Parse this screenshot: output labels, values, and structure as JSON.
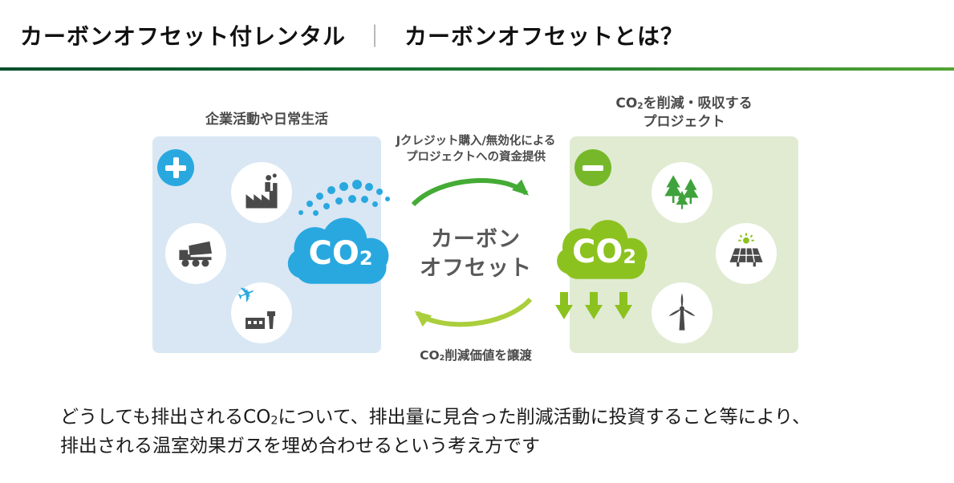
{
  "header": {
    "title_left": "カーボンオフセット付レンタル",
    "separator": "｜",
    "title_right": "カーボンオフセットとは？"
  },
  "diagram": {
    "left": {
      "label": "企業活動や日常生活",
      "cloud": {
        "text": "CO",
        "sub": "2"
      }
    },
    "center": {
      "top_label_line1": "Jクレジット購入/無効化による",
      "top_label_line2": "プロジェクトへの資金提供",
      "title_line1": "カーボン",
      "title_line2": "オフセット",
      "bottom_label_prefix": "CO",
      "bottom_label_sub": "2",
      "bottom_label_rest": "削減価値を譲渡"
    },
    "right": {
      "label_line1_prefix": "CO",
      "label_line1_sub": "2",
      "label_line1_rest": "を削減・吸収する",
      "label_line2": "プロジェクト",
      "cloud": {
        "text": "CO",
        "sub": "2"
      }
    }
  },
  "footer": {
    "line1_prefix": "どうしても排出されるCO",
    "line1_sub": "2",
    "line1_rest": "について、排出量に見合った削減活動に投資すること等により、",
    "line2": "排出される温室効果ガスを埋め合わせるという考え方です"
  },
  "icons": {
    "plus-icon": "white plus in blue circle",
    "minus-icon": "white minus in green circle",
    "factory-icon": "factory with smoke",
    "truck-icon": "dump truck",
    "airplane-icon": "blue airplane over airport building",
    "trees-icon": "green forest trees",
    "solar-panel-icon": "solar panel with green sun",
    "wind-turbine-icon": "wind turbine",
    "co2-cloud-blue-icon": "blue CO2 emission cloud",
    "co2-cloud-green-icon": "green CO2 reduction cloud",
    "down-arrows-icon": "three green arrows pointing down",
    "curved-arrow-right-icon": "green curved arrow left to right",
    "curved-arrow-left-icon": "light green curved arrow right to left"
  },
  "colors": {
    "divider_gradient_start": "#004e2b",
    "divider_gradient_end": "#53a433",
    "panel_blue": "#d8e7f3",
    "panel_green": "#e0ebd2",
    "accent_blue": "#29a8e0",
    "accent_green": "#8cc21f",
    "badge_green": "#76b82a",
    "arrow_top_green": "#44ab35",
    "arrow_bottom_green": "#abce3c",
    "icon_gray": "#4a4a4a",
    "tree_green": "#3fa23c",
    "text_dark": "#1a1a1a",
    "text_gray": "#595959"
  }
}
